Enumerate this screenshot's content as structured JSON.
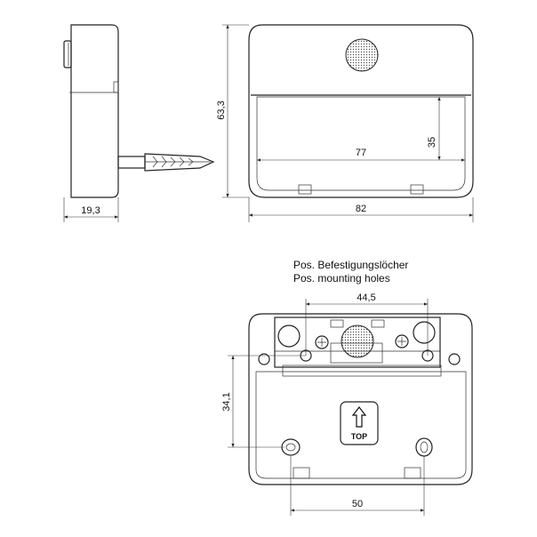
{
  "dimensions": {
    "depth_side": "19,3",
    "height_total": "63,3",
    "inner_width": "77",
    "window_height": "35",
    "width_total": "82",
    "hole_spacing_top": "44,5",
    "hole_vertical": "34,1",
    "hole_spacing_bottom": "50"
  },
  "notes": {
    "mounting_de": "Pos. Befestigungslöcher",
    "mounting_en": "Pos. mounting holes"
  },
  "badge": {
    "top_label": "TOP"
  }
}
